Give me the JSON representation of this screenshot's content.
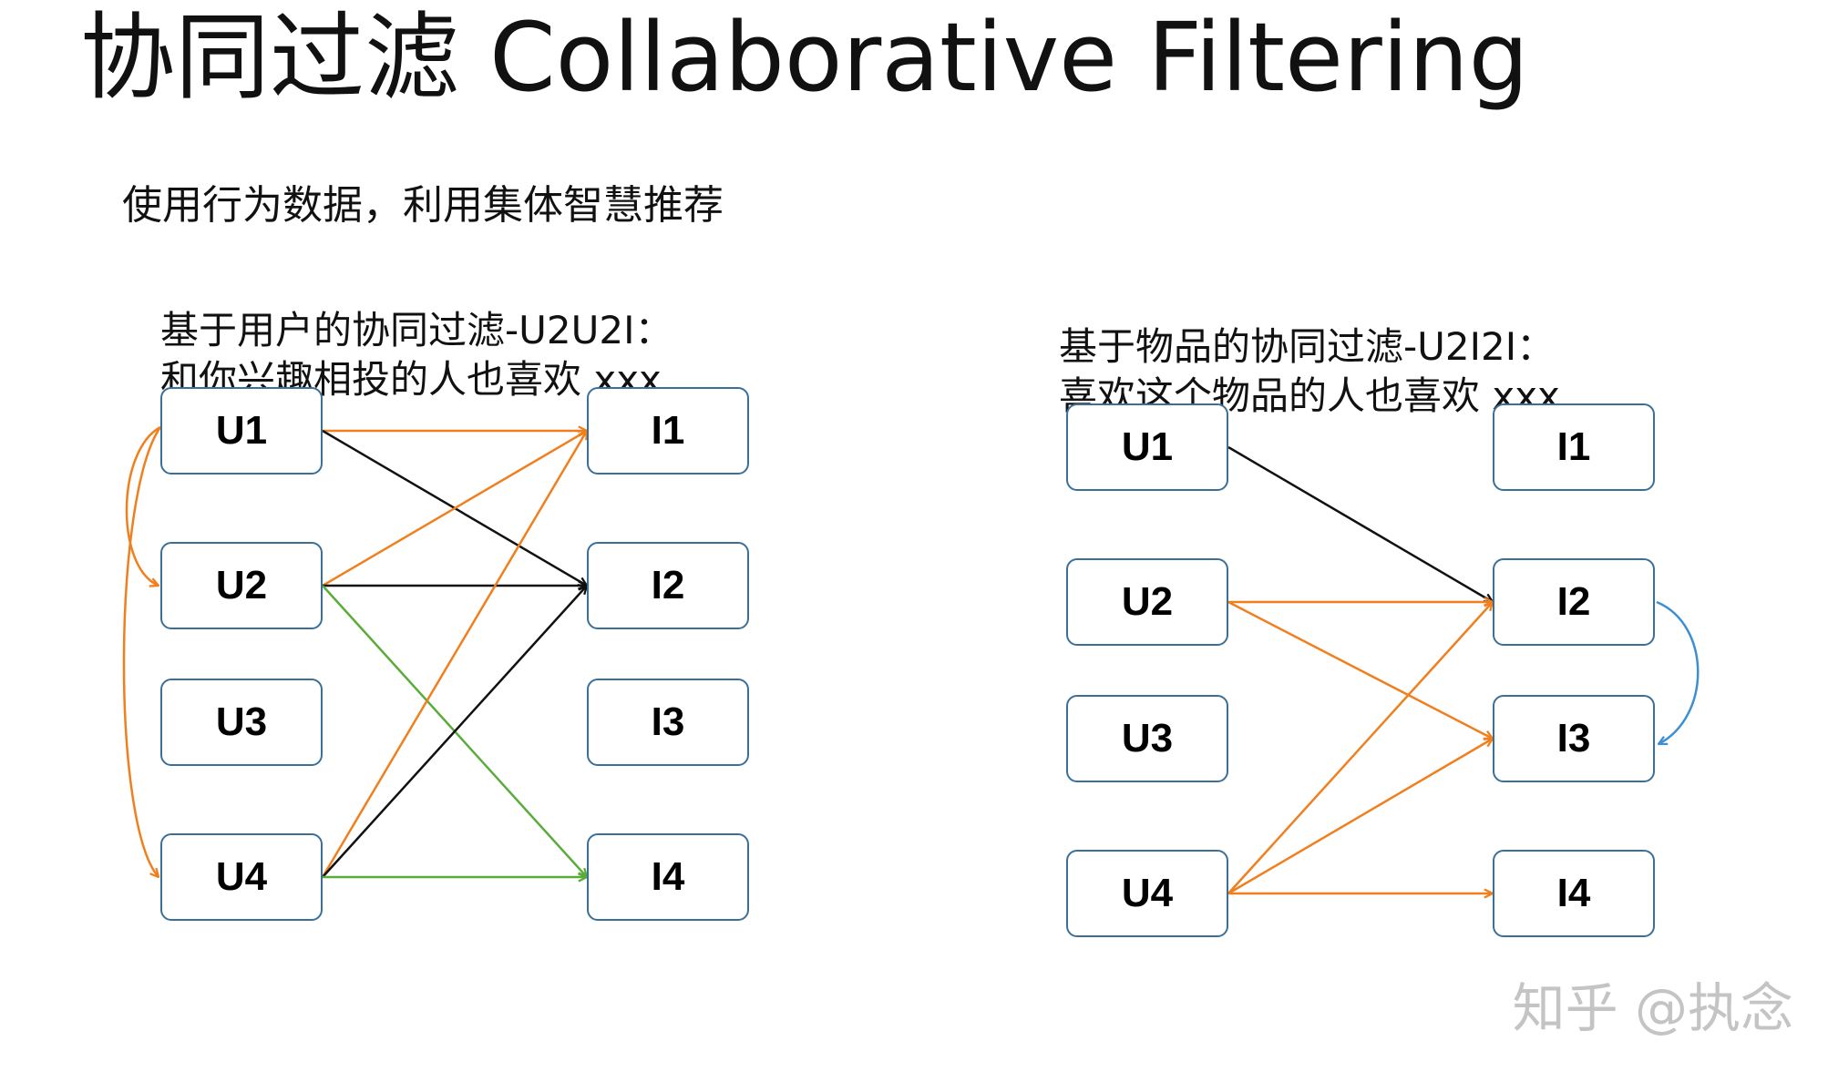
{
  "title": "协同过滤 Collaborative Filtering",
  "subtitle": "使用行为数据，利用集体智慧推荐",
  "left": {
    "heading_line1": "基于用户的协同过滤-U2U2I：",
    "heading_line2": "和你兴趣相投的人也喜欢 xxx",
    "users": [
      "U1",
      "U2",
      "U3",
      "U4"
    ],
    "items": [
      "I1",
      "I2",
      "I3",
      "I4"
    ],
    "edges": [
      {
        "from": "U1",
        "to": "I1",
        "color": "#f07f1e"
      },
      {
        "from": "U1",
        "to": "I2",
        "color": "#111111"
      },
      {
        "from": "U2",
        "to": "I1",
        "color": "#f07f1e"
      },
      {
        "from": "U2",
        "to": "I2",
        "color": "#111111"
      },
      {
        "from": "U2",
        "to": "I4",
        "color": "#5aac3a"
      },
      {
        "from": "U4",
        "to": "I1",
        "color": "#f07f1e"
      },
      {
        "from": "U4",
        "to": "I2",
        "color": "#111111"
      },
      {
        "from": "U4",
        "to": "I4",
        "color": "#5aac3a"
      }
    ],
    "similarity_arcs": [
      {
        "from": "U1",
        "to": "U2",
        "color": "#f07f1e"
      },
      {
        "from": "U1",
        "to": "U4",
        "color": "#f07f1e"
      }
    ]
  },
  "right": {
    "heading_line1": "基于物品的协同过滤-U2I2I：",
    "heading_line2": "喜欢这个物品的人也喜欢 xxx",
    "users": [
      "U1",
      "U2",
      "U3",
      "U4"
    ],
    "items": [
      "I1",
      "I2",
      "I3",
      "I4"
    ],
    "edges": [
      {
        "from": "U1",
        "to": "I2",
        "color": "#111111"
      },
      {
        "from": "U2",
        "to": "I2",
        "color": "#f07f1e"
      },
      {
        "from": "U2",
        "to": "I3",
        "color": "#f07f1e"
      },
      {
        "from": "U4",
        "to": "I2",
        "color": "#f07f1e"
      },
      {
        "from": "U4",
        "to": "I3",
        "color": "#f07f1e"
      },
      {
        "from": "U4",
        "to": "I4",
        "color": "#f07f1e"
      }
    ],
    "similarity_arcs": [
      {
        "from": "I2",
        "to": "I3",
        "color": "#3d8fd1"
      }
    ]
  },
  "colors": {
    "node_border": "#3b6f96",
    "orange": "#f07f1e",
    "black": "#111111",
    "green": "#5aac3a",
    "blue": "#3d8fd1"
  },
  "watermark": "知乎 @执念"
}
